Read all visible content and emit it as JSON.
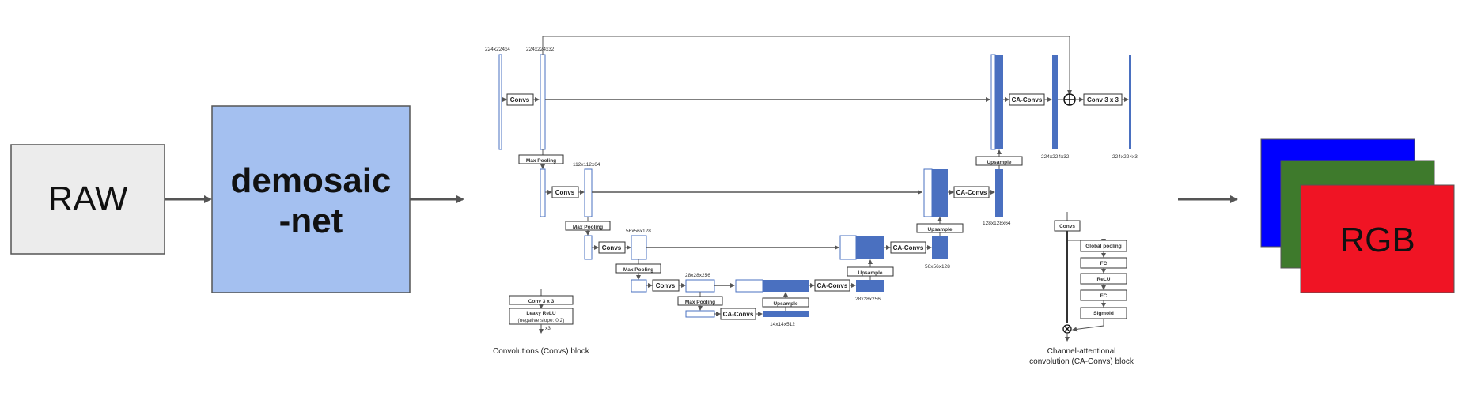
{
  "raw_label": "RAW",
  "net_label_line1": "demosaic",
  "net_label_line2": "-net",
  "rgb_label": "RGB",
  "dims": {
    "d_in": "224x224x4",
    "d_enc1": "224x224x32",
    "d_enc2": "112x112x64",
    "d_enc3": "56x56x128",
    "d_enc4": "28x28x256",
    "d_bottom": "14x14x512",
    "d_dec4": "28x28x256",
    "d_dec3": "56x56x128",
    "d_dec2": "128x128x64",
    "d_dec1": "224x224x32",
    "d_out": "224x224x3"
  },
  "ops": {
    "convs": "Convs",
    "max_pooling": "Max Pooling",
    "ca_convs": "CA-Convs",
    "upsample": "Upsample",
    "conv3x3": "Conv 3 x 3"
  },
  "legend_convs": {
    "conv": "Conv 3 x 3",
    "relu": "Leaky ReLU",
    "relu_note": "(negative slope: 0.2)",
    "repeat": "x3",
    "caption": "Convolutions (Convs) block"
  },
  "legend_ca": {
    "convs": "Convs",
    "global_pooling": "Global pooling",
    "fc1": "FC",
    "relu": "ReLU",
    "fc2": "FC",
    "sigmoid": "Sigmoid",
    "caption_line1": "Channel-attentional",
    "caption_line2": "convolution (CA-Convs) block"
  },
  "colors": {
    "raw_fill": "#ececec",
    "net_fill": "#a4c0f0",
    "feature_blue": "#4a70c0",
    "rgb_blue": "#0000ff",
    "rgb_green": "#3e7a2c",
    "rgb_red": "#f01424",
    "arrow": "#555555"
  }
}
